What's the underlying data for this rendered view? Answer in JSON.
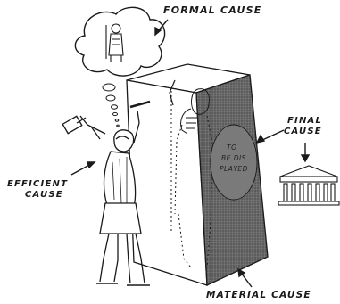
{
  "labels": {
    "formal_cause": "FORMAL CAUSE",
    "final_cause_line1": "FINAL",
    "final_cause_line2": "CAUSE",
    "efficient_cause_line1": "EFFICIENT",
    "efficient_cause_line2": "CAUSE",
    "material_cause": "MATERIAL CAUSE"
  },
  "inscription": {
    "line1": "TO",
    "line2": "BE DIS",
    "line3": "PLAYED"
  },
  "colors": {
    "ink": "#1a1a1a",
    "stone_shade": "#5a5a5a",
    "paper": "#ffffff"
  }
}
